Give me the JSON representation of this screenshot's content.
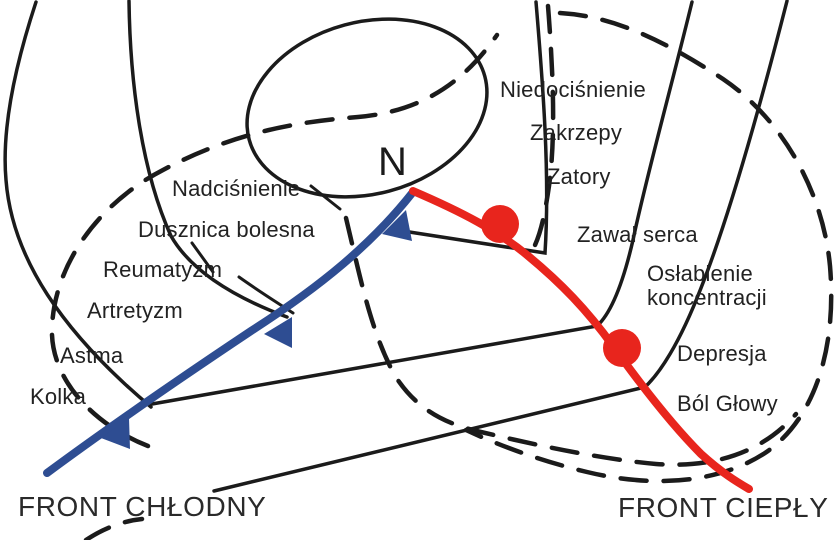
{
  "diagram": {
    "type": "weather-fronts-health-map",
    "low_center_label": "N",
    "background": "#ffffff",
    "isobar_color": "#1b1b1b",
    "cold_front": {
      "name": "FRONT CHŁODNY",
      "color": "#2e4d92",
      "symbol": "triangles",
      "ailments": [
        "Nadciśnienie",
        "Dusznica bolesna",
        "Reumatyzm",
        "Artretyzm",
        "Astma",
        "Kolka"
      ]
    },
    "warm_front": {
      "name": "FRONT CIEPŁY",
      "color": "#e8251d",
      "symbol": "half-circles",
      "ailments": [
        "Niedociśnienie",
        "Zakrzepy",
        "Zatory",
        "Zawał serca",
        "Osłabienie koncentracji",
        "Depresja",
        "Ból Głowy"
      ]
    }
  }
}
